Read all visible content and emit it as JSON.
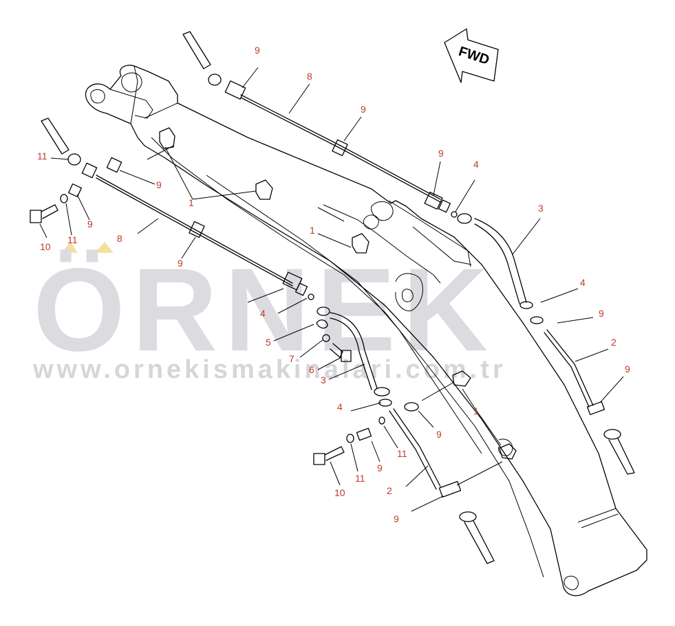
{
  "watermark": {
    "brand": "ÖRNEK",
    "url": "www.ornekismakinalari.com.tr",
    "brand_color": "#dcdbe0",
    "accent_color": "#f3e0a0"
  },
  "direction_arrow": {
    "label": "FWD"
  },
  "callouts": [
    {
      "id": "c1",
      "text": "9"
    },
    {
      "id": "c2",
      "text": "8"
    },
    {
      "id": "c3",
      "text": "9"
    },
    {
      "id": "c4",
      "text": "9"
    },
    {
      "id": "c5",
      "text": "4"
    },
    {
      "id": "c6",
      "text": "3"
    },
    {
      "id": "c7",
      "text": "11"
    },
    {
      "id": "c8",
      "text": "9"
    },
    {
      "id": "c9",
      "text": "1"
    },
    {
      "id": "c10",
      "text": "9"
    },
    {
      "id": "c11",
      "text": "10"
    },
    {
      "id": "c12",
      "text": "11"
    },
    {
      "id": "c13",
      "text": "8"
    },
    {
      "id": "c14",
      "text": "9"
    },
    {
      "id": "c15",
      "text": "1"
    },
    {
      "id": "c16",
      "text": "4"
    },
    {
      "id": "c17",
      "text": "9"
    },
    {
      "id": "c18",
      "text": "4"
    },
    {
      "id": "c19",
      "text": "5"
    },
    {
      "id": "c20",
      "text": "7"
    },
    {
      "id": "c21",
      "text": "6"
    },
    {
      "id": "c22",
      "text": "3"
    },
    {
      "id": "c23",
      "text": "2"
    },
    {
      "id": "c24",
      "text": "9"
    },
    {
      "id": "c25",
      "text": "4"
    },
    {
      "id": "c26",
      "text": "1"
    },
    {
      "id": "c27",
      "text": "9"
    },
    {
      "id": "c28",
      "text": "11"
    },
    {
      "id": "c29",
      "text": "9"
    },
    {
      "id": "c30",
      "text": "11"
    },
    {
      "id": "c31",
      "text": "10"
    },
    {
      "id": "c32",
      "text": "2"
    },
    {
      "id": "c33",
      "text": "9"
    }
  ]
}
